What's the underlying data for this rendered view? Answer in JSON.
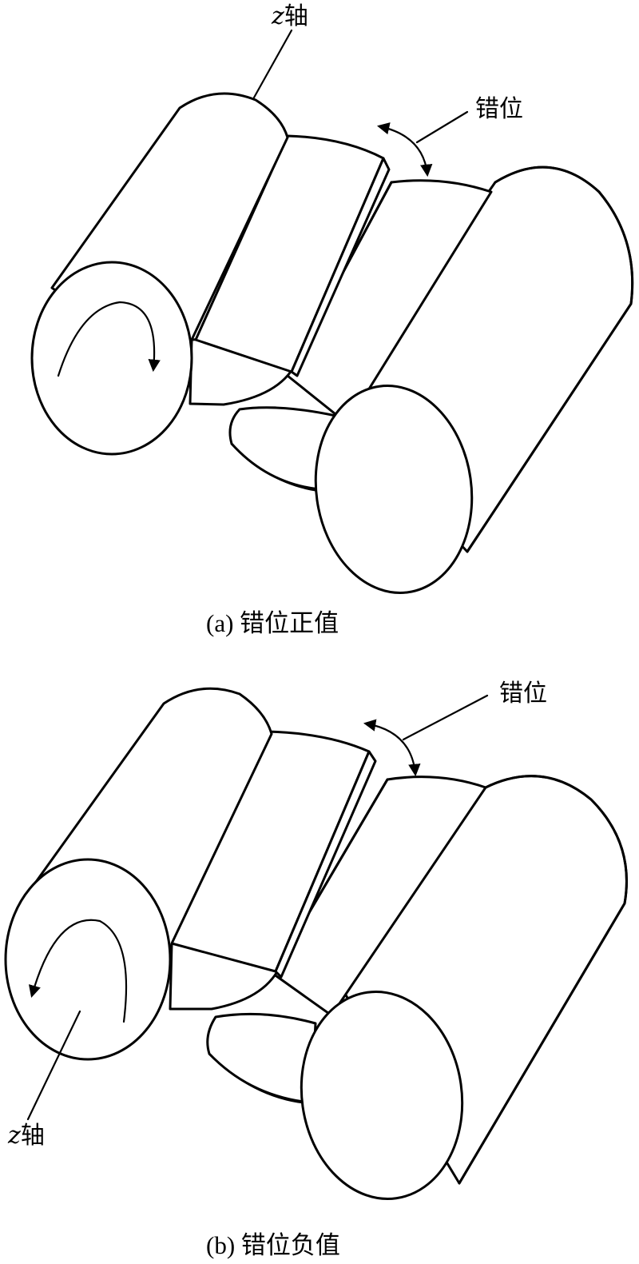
{
  "panel_a": {
    "caption": "(a) 错位正值",
    "axis_label_var": "z",
    "axis_label_text": "轴",
    "offset_label": "错位"
  },
  "panel_b": {
    "caption": "(b) 错位负值",
    "axis_label_var": "z",
    "axis_label_text": "轴",
    "offset_label": "错位"
  }
}
